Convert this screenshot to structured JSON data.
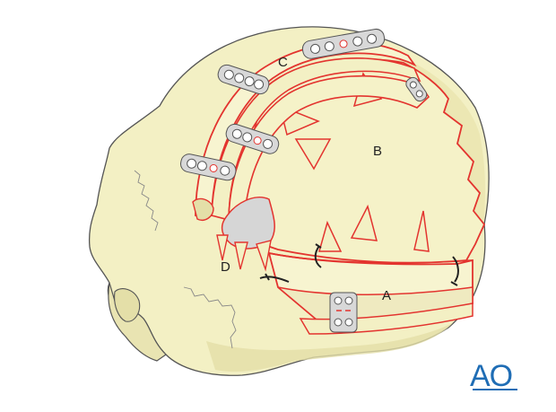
{
  "labels": {
    "a": "A",
    "b": "B",
    "c": "C",
    "d": "D"
  },
  "logo": "AO",
  "colors": {
    "bone": "#f3f0c4",
    "bone_shade": "#e4dfa8",
    "outline": "#555555",
    "cut_line": "#e3342f",
    "plate": "#d8d8d8",
    "logo": "#1f6db5"
  }
}
